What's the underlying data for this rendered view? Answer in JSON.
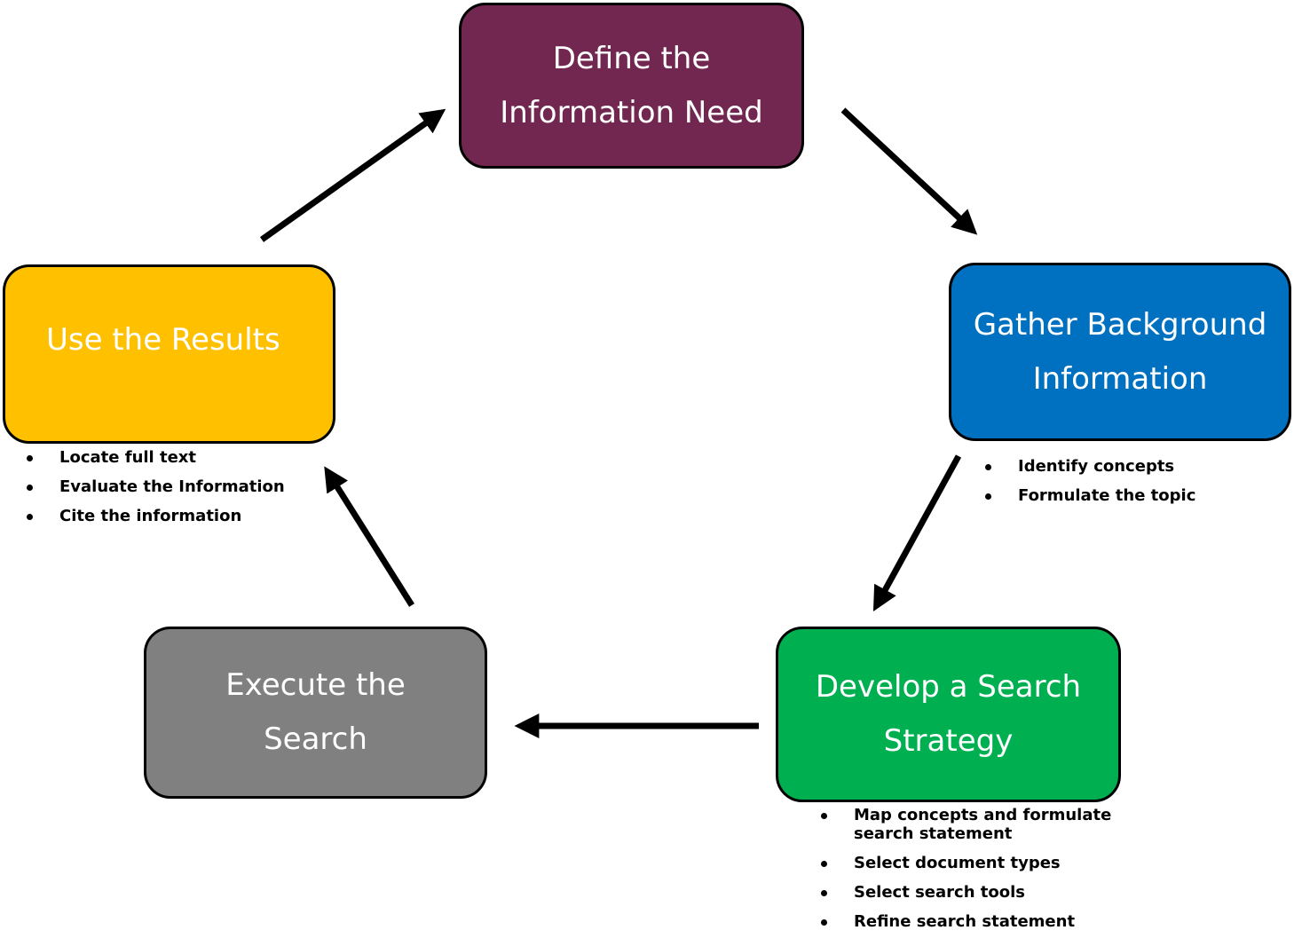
{
  "nodes": {
    "define": {
      "label": "Define the\nInformation Need",
      "color": "#722750"
    },
    "gather": {
      "label": "Gather Background\nInformation",
      "color": "#0070C0"
    },
    "develop": {
      "label": "Develop a Search\nStrategy",
      "color": "#00B050"
    },
    "execute": {
      "label": "Execute the\nSearch",
      "color": "#808080"
    },
    "use": {
      "label": "Use the Results",
      "color": "#FFC000"
    }
  },
  "bullets": {
    "use": [
      "Locate full text",
      "Evaluate the Information",
      "Cite the information"
    ],
    "gather": [
      "Identify concepts",
      "Formulate the topic"
    ],
    "develop": [
      "Map concepts and formulate search statement",
      "Select document types",
      "Select search tools",
      "Refine search statement"
    ]
  },
  "edges": [
    {
      "from": "define",
      "to": "gather"
    },
    {
      "from": "gather",
      "to": "develop"
    },
    {
      "from": "develop",
      "to": "execute"
    },
    {
      "from": "execute",
      "to": "use"
    },
    {
      "from": "use",
      "to": "define"
    }
  ],
  "arrow_color": "#000000"
}
